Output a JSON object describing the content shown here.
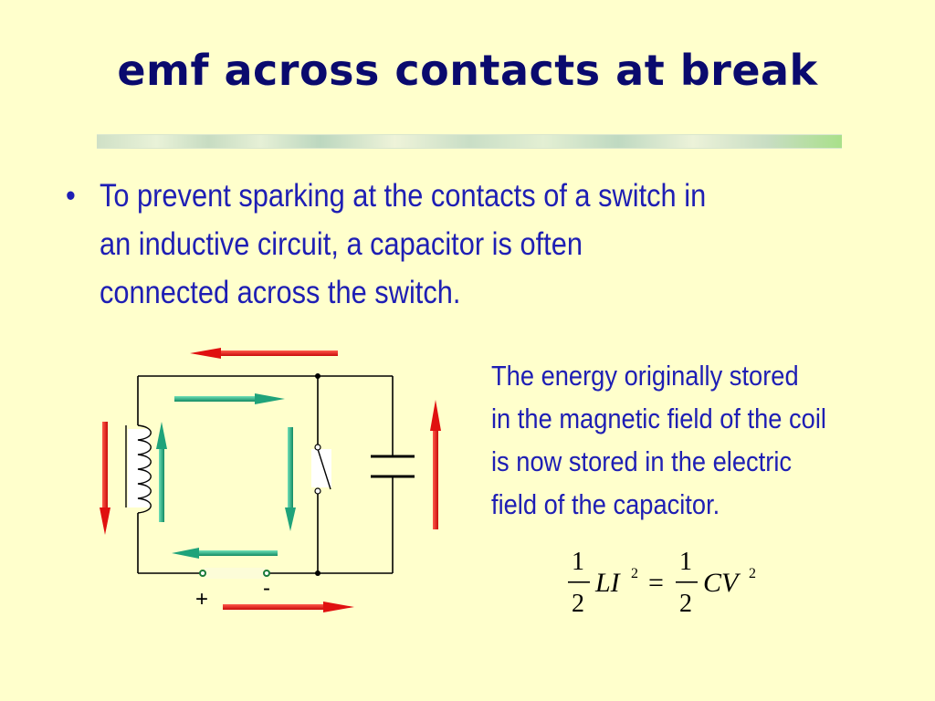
{
  "slide": {
    "title": "emf across contacts at break",
    "bullet_symbol": "•",
    "bullet_lines": [
      "To prevent sparking at the contacts of a switch in",
      "an inductive circuit, a capacitor is often",
      "connected across the switch."
    ],
    "energy_lines": [
      "The energy originally stored",
      "in the magnetic field of the coil",
      "is now stored in the electric",
      "field of the capacitor."
    ],
    "diagram": {
      "plus_label": "+",
      "minus_label": "-"
    },
    "formula": {
      "left_numerator": "1",
      "left_denominator": "2",
      "left_term": "LI",
      "left_exponent": "2",
      "equals": "=",
      "right_numerator": "1",
      "right_denominator": "2",
      "right_term": "CV",
      "right_exponent": "2"
    },
    "colors": {
      "title": "#0A0A6E",
      "text": "#1E1EB4",
      "background": "#FFFFCC",
      "red_arrow": "#E01010",
      "green_arrow": "#1FA37A"
    }
  }
}
